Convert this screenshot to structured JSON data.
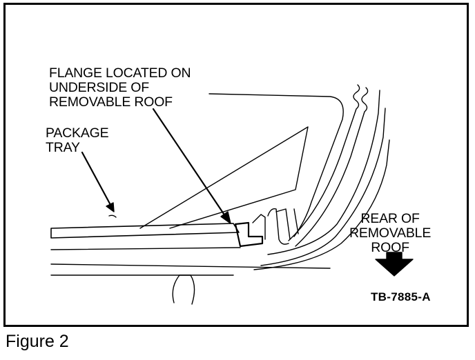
{
  "figure": {
    "callouts": {
      "flange": [
        "FLANGE LOCATED ON",
        "UNDERSIDE OF",
        "REMOVABLE ROOF"
      ],
      "package_tray": [
        "PACKAGE",
        "TRAY"
      ],
      "rear_of_roof": [
        "REAR OF",
        "REMOVABLE",
        "ROOF"
      ]
    },
    "part_number": "TB-7885-A",
    "line_color": "#000000",
    "background_color": "#ffffff"
  },
  "caption": "Figure 2"
}
